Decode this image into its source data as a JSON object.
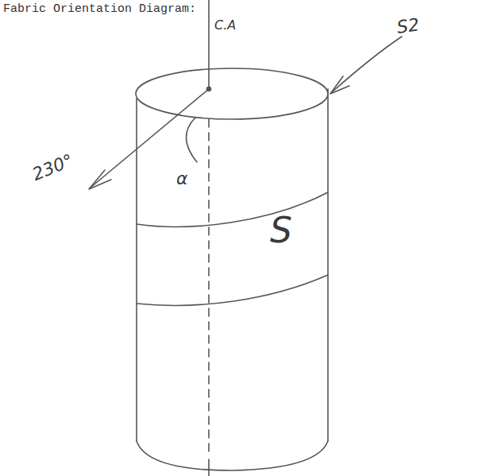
{
  "diagram": {
    "title": "Fabric Orientation Diagram:",
    "labels": [
      "C.A",
      "S2",
      "230°",
      "α",
      "S"
    ]
  }
}
